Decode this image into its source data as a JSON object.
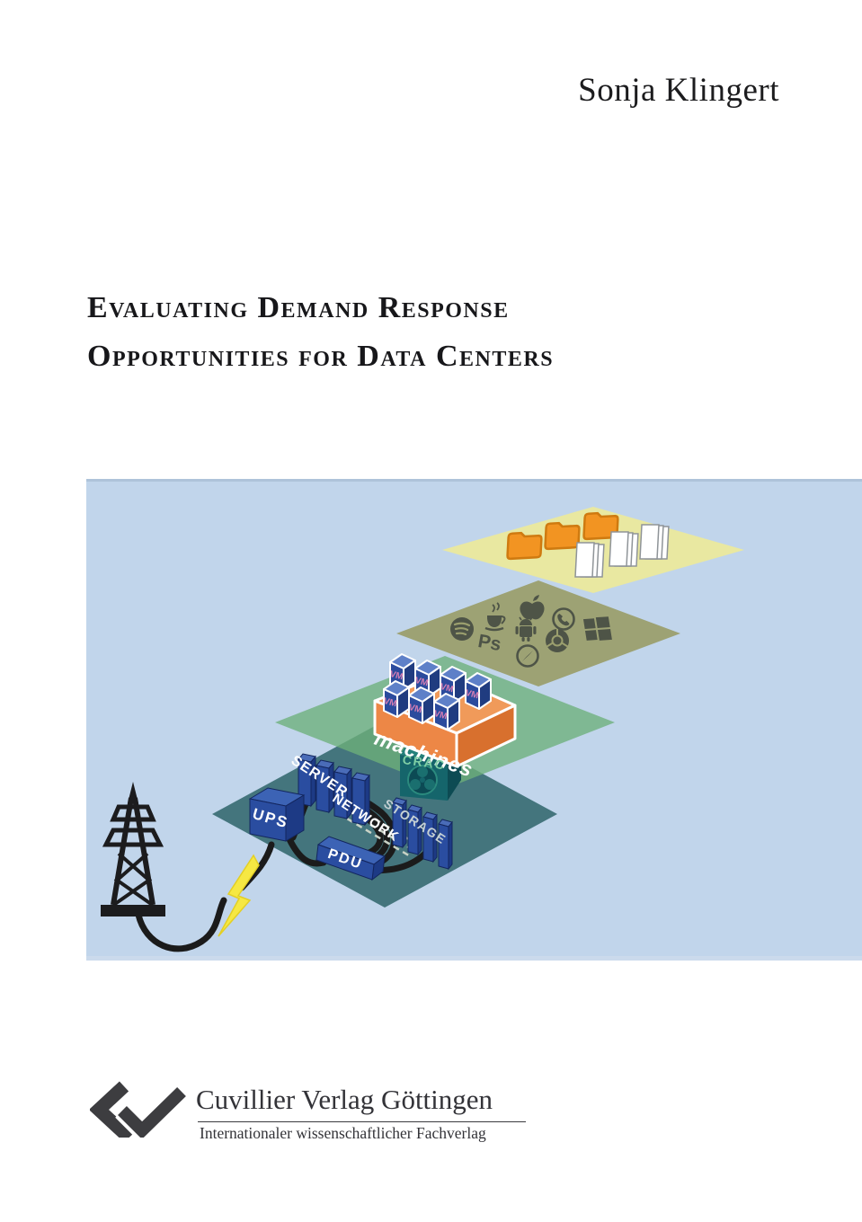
{
  "author": "Sonja Klingert",
  "title": {
    "line1": "Evaluating Demand Response",
    "line2": "Opportunities for Data Centers"
  },
  "diagram": {
    "background_color": "#c1d5eb",
    "layers": {
      "files": {
        "color": "#e9e8a1",
        "folder_color": "#f29422",
        "folder_count": 3,
        "document_stack_count": 3
      },
      "applications": {
        "color": "#9b9f6e",
        "icon_color": "#4e5447",
        "photoshop_label": "Ps",
        "icons": [
          "spotify-icon",
          "java-icon",
          "photoshop-icon",
          "apple-icon",
          "android-icon",
          "safari-icon",
          "whatsapp-icon",
          "chrome-icon",
          "windows-icon"
        ]
      },
      "virtual_machines": {
        "color": "#7fb793",
        "platform_label": "machines",
        "platform_color": "#ed8746",
        "vm_label": "VM",
        "vm_count": 7,
        "vm_front_color": "#2b4b9d",
        "vm_text_color": "#d77fb4"
      },
      "hardware": {
        "color": "#44757d",
        "ups_label": "UPS",
        "pdu_label": "PDU",
        "server_label": "SERVER",
        "network_label": "NETWORK",
        "storage_label": "STORAGE",
        "crac_label": "CRAC",
        "box_color": "#2a4da0",
        "crac_color": "#15656b"
      }
    },
    "power": {
      "cable_color": "#1b1b1b",
      "bolt_color": "#f6e843",
      "pylon_color": "#1c1c1e"
    }
  },
  "publisher": {
    "name": "Cuvillier Verlag Göttingen",
    "subtitle": "Internationaler wissenschaftlicher Fachverlag"
  }
}
